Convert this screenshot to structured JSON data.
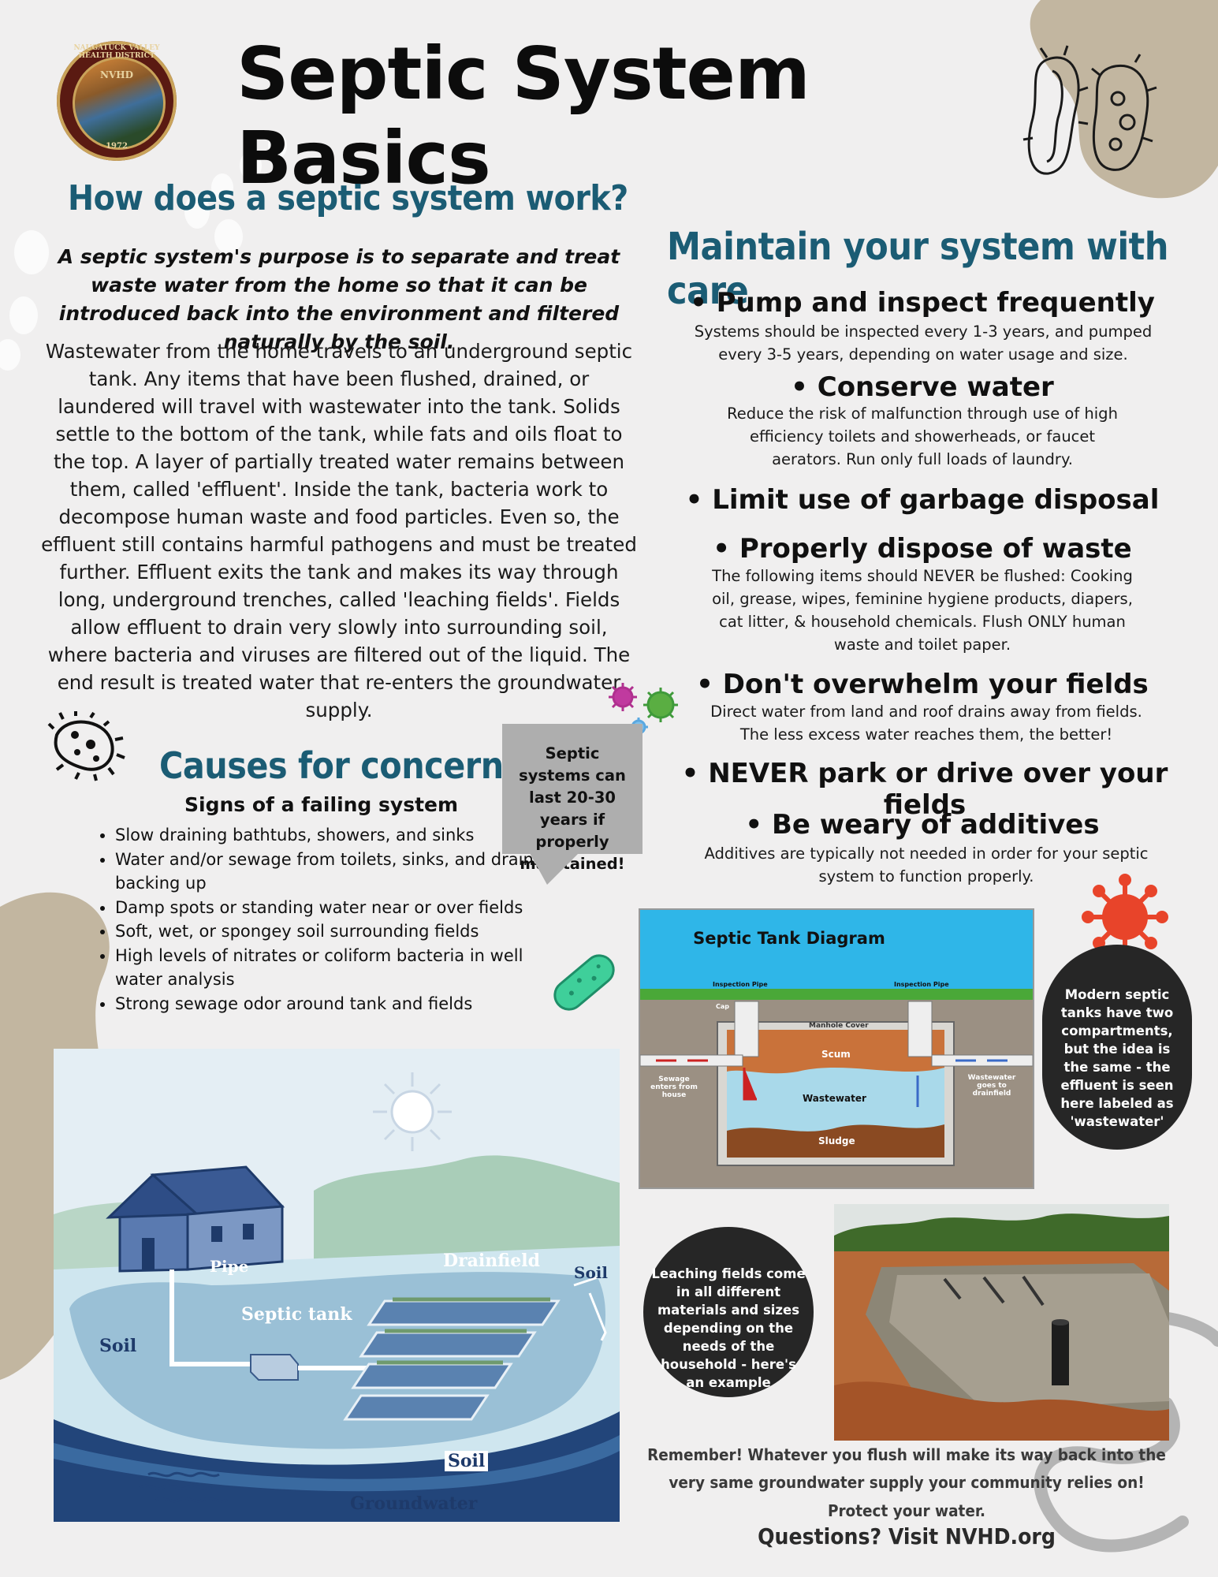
{
  "title": "Septic System Basics",
  "seal": {
    "org_name": "NAUGATUCK VALLEY HEALTH DISTRICT",
    "abbr": "NVHD",
    "year": "1972"
  },
  "how": {
    "heading": "How does a septic system work?",
    "lead": "A septic system's purpose is to separate and treat waste water from the home so that it can be introduced back into the environment and filtered naturally by the soil.",
    "body": "Wastewater from the home travels to an underground septic tank. Any items that have been flushed, drained, or laundered will travel with wastewater into the tank. Solids settle to the bottom of the tank, while fats and oils float to the top. A layer of partially treated water remains between them, called 'effluent'. Inside the tank, bacteria work to decompose human waste and food particles. Even so, the effluent still contains harmful pathogens and must be treated further. Effluent exits the tank and makes its way through long, underground trenches, called 'leaching fields'. Fields allow effluent to drain very slowly into surrounding soil, where bacteria and viruses are filtered out of the liquid. The end result is treated water that re-enters the groundwater supply."
  },
  "maintain": {
    "heading": "Maintain your system with care",
    "items": [
      {
        "head": "Pump and inspect frequently",
        "sub": "Systems should be inspected every 1-3 years, and pumped every 3-5 years, depending on water usage and size."
      },
      {
        "head": "Conserve water",
        "sub": "Reduce the risk of malfunction through use of high efficiency toilets and showerheads, or faucet aerators. Run only full loads of laundry."
      },
      {
        "head": "Limit use of garbage disposal",
        "sub": ""
      },
      {
        "head": "Properly dispose of waste",
        "sub": "The following items should NEVER be flushed: Cooking oil, grease, wipes, feminine hygiene products, diapers, cat litter, & household chemicals. Flush ONLY human waste and toilet paper."
      },
      {
        "head": "Don't overwhelm your fields",
        "sub": "Direct water from land and roof drains away from fields. The less excess water reaches them, the better!"
      },
      {
        "head": "NEVER park or drive over your fields",
        "sub": ""
      },
      {
        "head": "Be weary of additives",
        "sub": "Additives are typically not needed in order for your septic system to function properly."
      }
    ]
  },
  "concern": {
    "heading": "Causes for concern",
    "subheading": "Signs of a failing system",
    "items": [
      "Slow draining bathtubs, showers, and sinks",
      "Water and/or sewage from toilets, sinks, and drains backing up",
      "Damp spots or standing water near or over fields",
      "Soft, wet, or spongey soil surrounding fields",
      "High levels of nitrates or coliform bacteria in well water analysis",
      "Strong sewage odor around tank and fields"
    ]
  },
  "callout": "Septic systems can last 20-30 years if properly maintained!",
  "diagram": {
    "title": "Septic Tank Diagram",
    "inspection_pipe_left": "Inspection Pipe",
    "inspection_pipe_right": "Inspection Pipe",
    "cap": "Cap",
    "manhole": "Manhole Cover",
    "scum": "Scum",
    "wastewater": "Wastewater",
    "sludge": "Sludge",
    "inlet": "Sewage enters from house",
    "outlet": "Wastewater goes to drainfield"
  },
  "diagram_note": "Modern septic tanks have two compartments, but the idea is the same - the effluent is seen here labeled as 'wastewater'",
  "leaching_note": "Leaching fields come in all different materials and sizes depending on the needs of the household - here's an example",
  "illustration": {
    "pipe": "Pipe",
    "drainfield": "Drainfield",
    "soil_right": "Soil",
    "septic_tank": "Septic tank",
    "soil_left": "Soil",
    "soil_bottom": "Soil",
    "groundwater": "Groundwater"
  },
  "closing": {
    "line1": "Remember! Whatever you flush will make its way back into the",
    "line2": "very same groundwater supply your community relies on!",
    "line3": "Protect your water.",
    "question": "Questions? Visit NVHD.org"
  },
  "colors": {
    "heading_teal": "#1b5c74",
    "background": "#f0efef",
    "tan_blob": "#c2b6a0",
    "dark_circle": "#262626",
    "bubble_gray": "#aeaeae"
  }
}
